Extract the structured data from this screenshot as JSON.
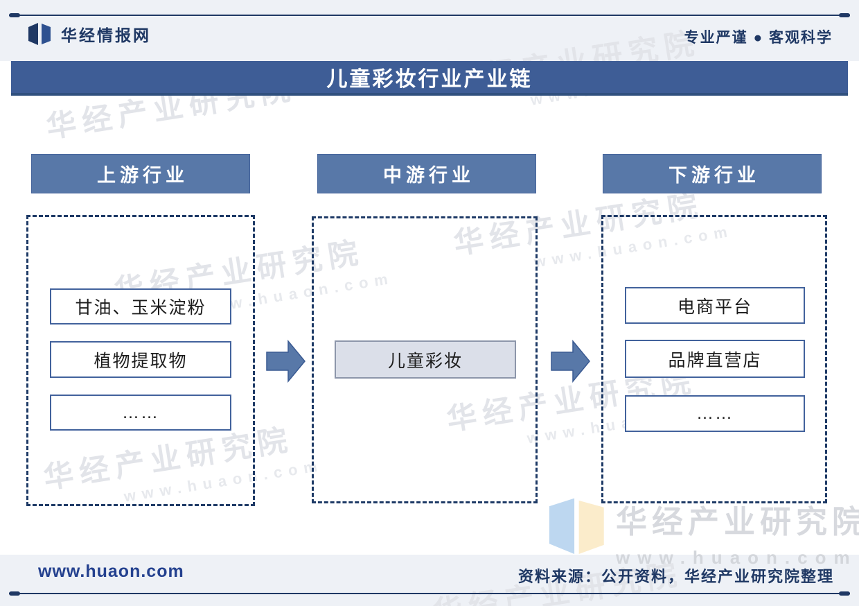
{
  "header": {
    "brand": "华经情报网",
    "slogan": "专业严谨 ● 客观科学"
  },
  "title_bar": {
    "title": "儿童彩妆行业产业链"
  },
  "chain": {
    "columns": [
      {
        "header": "上游行业",
        "items": [
          "甘油、玉米淀粉",
          "植物提取物",
          "……"
        ]
      },
      {
        "header": "中游行业",
        "items": [
          "儿童彩妆"
        ]
      },
      {
        "header": "下游行业",
        "items": [
          "电商平台",
          "品牌直营店",
          "……"
        ]
      }
    ]
  },
  "footer": {
    "website": "www.huaon.com",
    "source": "资料来源：公开资料，华经产业研究院整理"
  },
  "watermark": {
    "name": "华经产业研究院",
    "url": "www.huaon.com"
  },
  "icons": {
    "brand_logo": "huaon-open-book-icon",
    "arrow": "arrow-right-icon"
  },
  "colors": {
    "title_bar_bg": "#3e5d96",
    "column_header_bg": "#5878a8",
    "arrow_fill": "#5878a8",
    "mid_item_bg": "#dbdfe9",
    "dashed_border": "#1e3a66",
    "navy_text": "#1f3864",
    "site_link_blue": "#24418f",
    "band_bg": "#eef1f6"
  }
}
